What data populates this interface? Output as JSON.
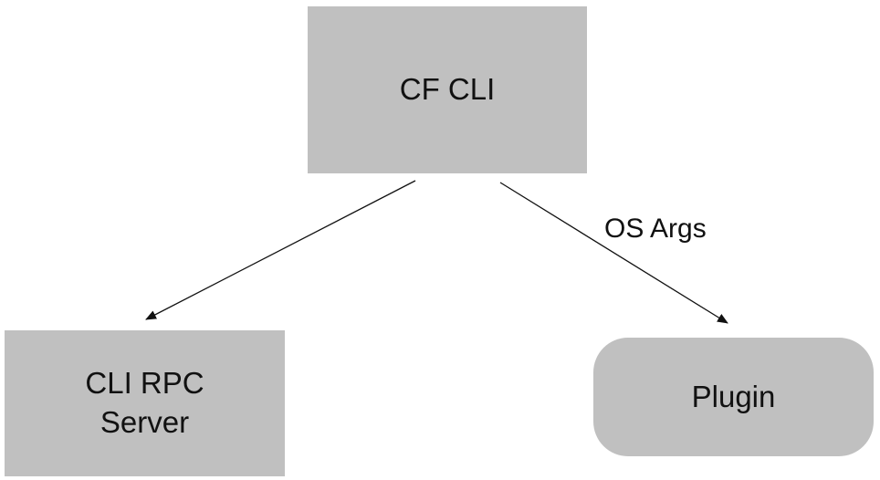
{
  "nodes": {
    "cf_cli": {
      "label": "CF CLI"
    },
    "rpc_server": {
      "label": "CLI RPC Server"
    },
    "plugin": {
      "label": "Plugin"
    }
  },
  "edges": {
    "cf_to_rpc": {
      "from": "CF CLI",
      "to": "CLI RPC Server",
      "label": ""
    },
    "cf_to_plugin": {
      "from": "CF CLI",
      "to": "Plugin",
      "label": "OS Args"
    }
  },
  "colors": {
    "node_fill": "#c0c0c0",
    "edge_stroke": "#111111",
    "text": "#111111"
  }
}
